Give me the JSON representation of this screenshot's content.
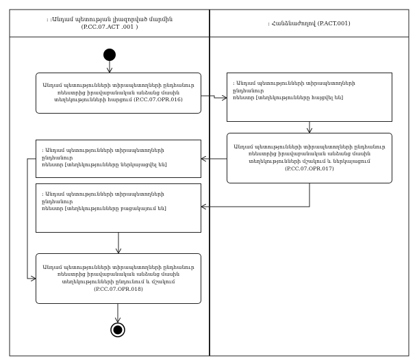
{
  "lanes": [
    {
      "title": ": :Անդամ պետության լիազորված մարմին\n(P.CC.07.ACT .001 )"
    },
    {
      "title": ": Հանձնաժողով (P.ACT.001)"
    }
  ],
  "activities": [
    {
      "text": "Անդամ պետությունների տիրապետողների ընդհանուր\nռեեստրից իրավաբանական անձանց մասին\nտեղեկությունների հարցում (P.CC.07.OPR.016)"
    },
    {
      "text": ": Անդամ պետությունների տիրապետողների ընդհանուր\nռեեստր [տեղեկությունները հայցվել են]"
    },
    {
      "text": "Անդամ պետությունների տիրապետողների ընդհանուր\nռեեստրից իրավաբանական անձանց մասին\nտեղեկությունների մշակում և ներկայացում\n(P.CC.07.OPR.017)"
    },
    {
      "text": ": Անդամ պետությունների տիրապետողների ընդհանուր\nռեեստր [տեղեկությունները ներկայացվել են]"
    },
    {
      "text": ": Անդամ պետությունների տիրապետողների ընդհանուր\nռեեստր [տեղեկությունները բացակայում են]"
    },
    {
      "text": "Անդամ պետությունների տիրապետողների ընդհանուր\nռեեստրից իրավաբանական անձանց մասին\nտեղեկությունների ընդունում և մշակում\n(P.CC.07.OPR.018)"
    }
  ],
  "colors": {
    "line": "#222222",
    "node": "#000000",
    "background": "#ffffff"
  }
}
